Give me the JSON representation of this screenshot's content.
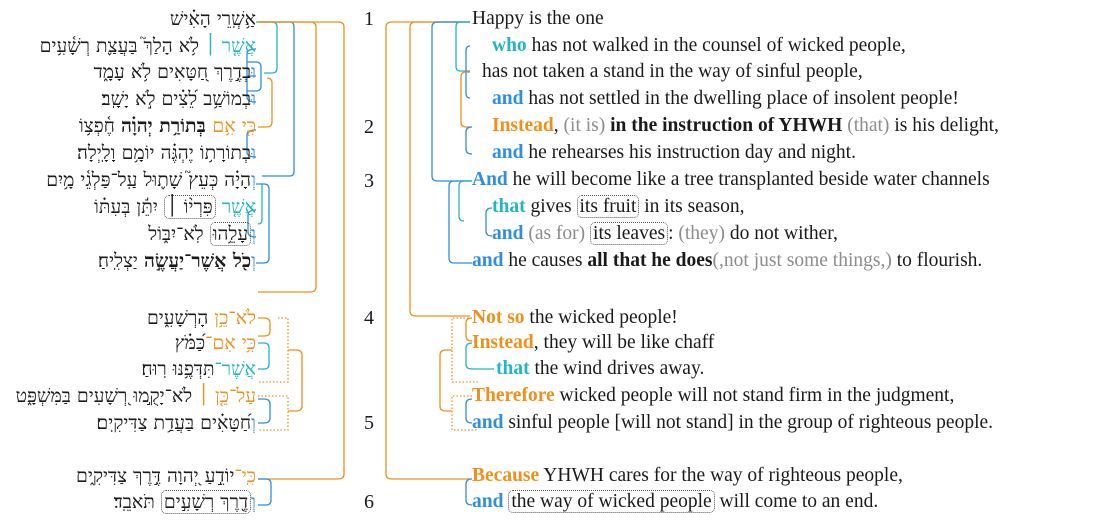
{
  "colors": {
    "teal": "#22b6c3",
    "blue": "#2f8fdf",
    "orange": "#f0901b",
    "gray": "#8c8c8c",
    "text": "#1a1a1a"
  },
  "verse_numbers": [
    "1",
    "2",
    "3",
    "4",
    "5",
    "6"
  ],
  "hebrew": {
    "lines": [
      {
        "text": "אַ֥שְֽׁרֵי הָאִ֗ישׁ"
      },
      {
        "marker": "אֲשֶׁ֤ר ׀",
        "text": " לֹ֥א הָלַךְ֮ בַּעֲצַ֪ת רְשָׁ֫עִ֥ים"
      },
      {
        "marker": "וּ",
        "text": "בְדֶ֣רֶךְ חַ֭טָּאִים לֹ֥א עָמָ֑ד"
      },
      {
        "marker": "וּ",
        "text": "בְמוֹשַׁ֥ב לֵ֝צִ֗ים לֹ֣א יָשָֽׁב׃"
      },
      {
        "marker": "כִּ֤י אִ֥ם",
        "bold": " בְּתוֹרַ֥ת יְהוָ֗ה",
        "text": " חֶ֫פְצ֥וֹ"
      },
      {
        "marker": "וּ",
        "text": "בְתוֹרָת֥וֹ יֶהְגֶּ֗ה יוֹמָ֥ם וָלָֽיְלָה׃"
      },
      {
        "marker": "וְ",
        "text": "הָיָ֗ה כְּעֵץ֮ שָׁת֪וּל עַֽל־פַּלְגֵ֫י מָ֥יִם"
      },
      {
        "marker": "אֲשֶׁ֤ר",
        "boxed": "פִּרְי֨וֹ ׀",
        "text": " יִתֵּ֬ן בְּעִתּ֗וֹ"
      },
      {
        "marker": "וְ",
        "boxed": "עָלֵ֥הוּ",
        "text": " לֹֽא־יִבּ֑וֹל"
      },
      {
        "marker": "וְ",
        "bold": "כֹ֖ל אֲשֶׁר־יַעֲשֶׂ֣ה",
        "text": " יַצְלִֽיחַ׃"
      },
      {
        "marker": "לֹא־כֵ֥ן",
        "text": " הָרְשָׁעִ֑ים"
      },
      {
        "marker": "כִּ֥י אִם־",
        "text": "כַּ֝מֹּ֗ץ"
      },
      {
        "marker": "אֲשֶׁר־",
        "text": "תִּדְּפֶ֥נּוּ רֽוּחַ׃"
      },
      {
        "marker": "עַל־כֵּ֤ן ׀",
        "text": " לֹא־יָקֻ֣מוּ רְ֭שָׁעִים בַּמִּשְׁפָּ֑ט"
      },
      {
        "marker": "וְ",
        "text": "חַ֝טָּאִ֗ים בַּעֲדַ֥ת צַדִּיקִֽים׃"
      },
      {
        "marker": "כִּֽי־",
        "text": "יוֹדֵ֣עַ יְ֭הוָה דֶּ֣רֶךְ צַדִּיקִ֑ים"
      },
      {
        "marker": "וְ",
        "boxed": "דֶ֖רֶךְ רְשָׁעִ֣ים",
        "text": " תֹּאבֵֽד׃"
      }
    ]
  },
  "english": {
    "lines": [
      {
        "pre": "",
        "text": "Happy is the one"
      },
      {
        "conj": "who",
        "text": " has not walked in the counsel of wicked people,"
      },
      {
        "text": "has not taken a stand in the way of sinful people,"
      },
      {
        "conj": "and",
        "text": " has not settled in the dwelling place of insolent people!"
      },
      {
        "conj": "Instead",
        "t1": ", ",
        "g1": "(it is)",
        "bold": " in the instruction of YHWH ",
        "g2": "(that)",
        "t2": " is his delight,"
      },
      {
        "conj": "and",
        "text": " he rehearses his instruction day and night."
      },
      {
        "conj": "And",
        "text": " he will become like a tree transplanted beside water channels"
      },
      {
        "conj": "that",
        "t1": " gives ",
        "boxed": "its fruit",
        "t2": " in its season,"
      },
      {
        "conj": "and",
        "g1": " (as for) ",
        "boxed": "its leaves",
        "t1": ": ",
        "g2": "(they)",
        "t2": " do not wither,"
      },
      {
        "conj": "and",
        "t1": " he causes ",
        "bold": "all that he does",
        "g1": "(,not just some things,)",
        "t2": " to flourish."
      },
      {
        "conj": "Not so",
        "text": " the wicked people!"
      },
      {
        "conj": "Instead",
        "text": ", they will be like chaff"
      },
      {
        "conj": "that",
        "text": " the wind drives away."
      },
      {
        "conj": "Therefore",
        "text": " wicked people will not stand firm in the judgment,"
      },
      {
        "conj": "and",
        "text": " sinful people [will not stand] in the group of righteous people."
      },
      {
        "conj": "Because",
        "text": " YHWH cares for the way of righteous people,"
      },
      {
        "conj": "and",
        "boxed": "the way of wicked people",
        "text": " will come to an end."
      }
    ]
  }
}
